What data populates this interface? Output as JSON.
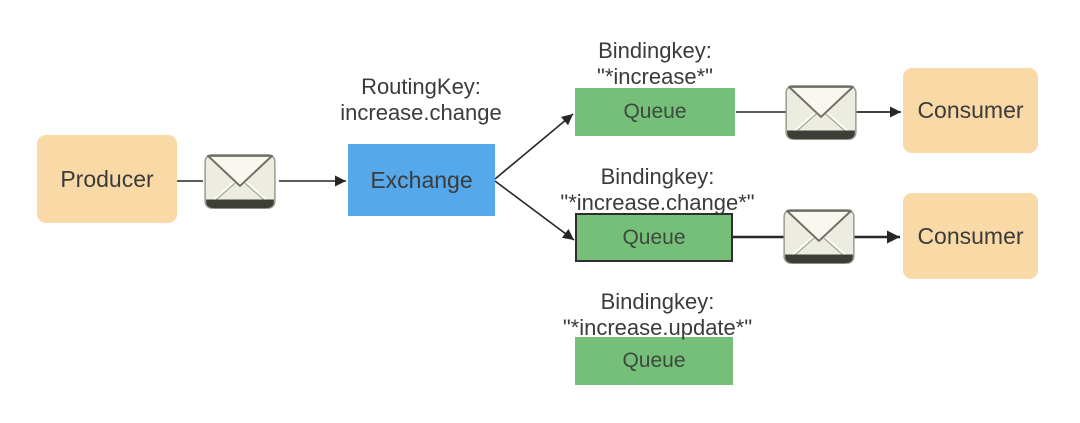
{
  "diagram": {
    "type": "message-queue-topic-exchange-flow",
    "colors": {
      "background": "#ffffff",
      "producer_consumer_fill": "#f9d9a5",
      "exchange_fill": "#55a8ea",
      "queue_fill": "#76bf78",
      "queue_middle_border": "#2e2e2e",
      "connector": "#262626",
      "text": "#3b3b3b"
    },
    "nodes": {
      "producer": {
        "label": "Producer"
      },
      "exchange": {
        "label": "Exchange"
      },
      "queue_top": {
        "label": "Queue"
      },
      "queue_middle": {
        "label": "Queue"
      },
      "queue_bottom": {
        "label": "Queue"
      },
      "consumer_top": {
        "label": "Consumer"
      },
      "consumer_middle": {
        "label": "Consumer"
      }
    },
    "annotations": {
      "routing_key": {
        "line1": "RoutingKey:",
        "line2": "increase.change"
      },
      "binding_top": {
        "line1": "Bindingkey:",
        "line2": "\"*increase*\""
      },
      "binding_middle": {
        "line1": "Bindingkey:",
        "line2": "\"*increase.change*\""
      },
      "binding_bottom": {
        "line1": "Bindingkey:",
        "line2": "\"*increase.update*\""
      }
    },
    "icons": {
      "envelope": "message-envelope-icon"
    }
  }
}
